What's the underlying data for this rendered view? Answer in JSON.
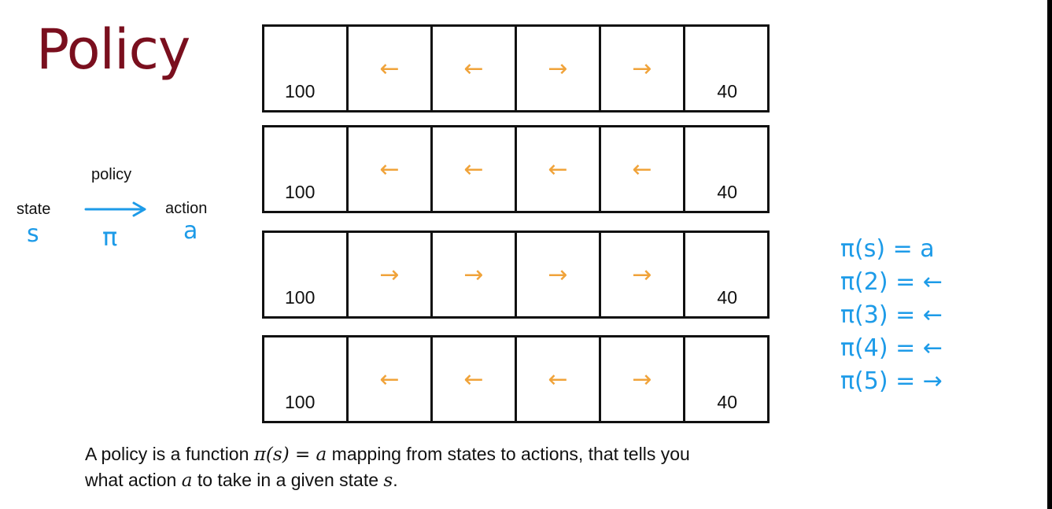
{
  "title": "Policy",
  "mapping": {
    "policy_label": "policy",
    "state_label": "state",
    "action_label": "action",
    "state_symbol": "s",
    "policy_symbol": "π",
    "action_symbol": "a"
  },
  "grid": {
    "left_reward": "100",
    "right_reward": "40",
    "rows": [
      [
        "←",
        "←",
        "→",
        "→"
      ],
      [
        "←",
        "←",
        "←",
        "←"
      ],
      [
        "→",
        "→",
        "→",
        "→"
      ],
      [
        "←",
        "←",
        "←",
        "→"
      ]
    ]
  },
  "equations": [
    "π(s) = a",
    "π(2) = ←",
    "π(3) = ←",
    "π(4) = ←",
    "π(5) = →"
  ],
  "caption": {
    "part1": "A policy is a function ",
    "math1": "π(s) = a",
    "part2": " mapping from states to actions, that tells you",
    "part3": "what action ",
    "math2": "a",
    "part4": " to take in a given state ",
    "math3": "s",
    "part5": "."
  },
  "colors": {
    "title": "#7a0f1e",
    "handwriting": "#1d9be8",
    "arrows": "#f0a33a"
  }
}
